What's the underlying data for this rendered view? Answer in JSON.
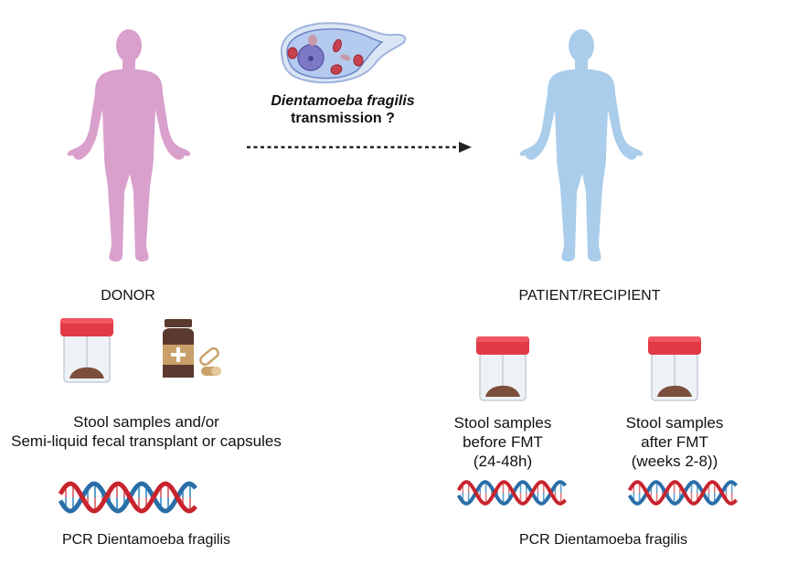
{
  "colors": {
    "donor": "#d9a0cc",
    "recipient": "#a9cdeb",
    "cap": "#e03a45",
    "dna_red": "#c8242e",
    "dna_blue": "#2a6ea8",
    "bottle_dark": "#5a3a2e",
    "bottle_tan": "#c9a06a",
    "arrow": "#222222"
  },
  "transmission": {
    "organism": "Dientamoeba fragilis",
    "label": "transmission ?"
  },
  "donor": {
    "title": "DONOR",
    "samples_line1": "Stool samples and/or",
    "samples_line2": "Semi-liquid fecal transplant or capsules",
    "pcr": "PCR Dientamoeba fragilis"
  },
  "recipient": {
    "title": "PATIENT/RECIPIENT",
    "before": [
      "Stool samples",
      "before FMT",
      "(24-48h)"
    ],
    "after": [
      "Stool samples",
      "after  FMT",
      "(weeks 2-8))"
    ],
    "pcr": "PCR Dientamoeba fragilis"
  }
}
